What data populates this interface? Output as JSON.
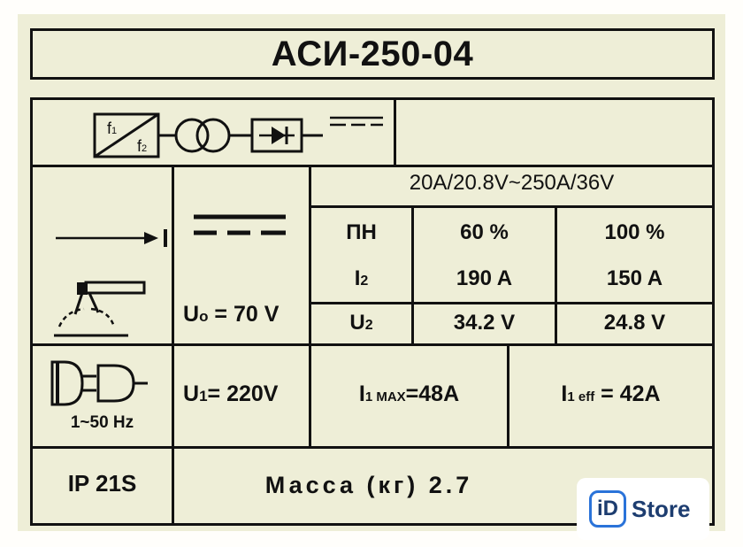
{
  "title": "АСИ-250-04",
  "schematic": {
    "f1": "f",
    "f1_sub": "1",
    "f2": "f",
    "f2_sub": "2"
  },
  "output_range": "20A/20.8V~250A/36V",
  "duty": {
    "label": "ПН",
    "col1": "60 %",
    "col2": "100 %",
    "i2_label_main": "I",
    "i2_label_sub": "2",
    "i2_col1": "190 A",
    "i2_col2": "150 A",
    "u2_label_main": "U",
    "u2_label_sub": "2",
    "u2_col1": "34.2 V",
    "u2_col2": "24.8 V"
  },
  "open_voltage": {
    "main": "U",
    "sub": "o",
    "value": " = 70 V"
  },
  "supply": {
    "frequency": "1~50 Hz",
    "u1_main": "U",
    "u1_sub": "1",
    "u1_value": "= 220V",
    "imax_main": "I",
    "imax_sub": "1 MAX",
    "imax_value": "=48A",
    "ieff_main": "I",
    "ieff_sub": "1 eff",
    "ieff_value": " = 42A"
  },
  "protection": "IP 21S",
  "mass": "Масса (кг)  2.7",
  "watermark": {
    "logo_text": "iD",
    "store_text": "Store",
    "accent": "#2a73d9"
  }
}
